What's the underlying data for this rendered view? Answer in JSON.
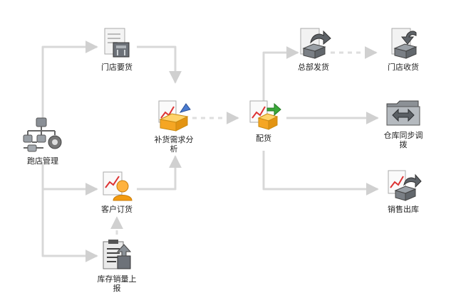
{
  "nodes": {
    "store_manage": {
      "label": "跑店管理",
      "icon": "org-structure-gear-icon"
    },
    "store_request": {
      "label": "门店要货",
      "icon": "document-box-icon"
    },
    "customer_order": {
      "label": "客户订货",
      "icon": "user-chart-icon"
    },
    "inventory_report": {
      "label": "库存销量上报",
      "icon": "clipboard-report-icon"
    },
    "replenish_analysis": {
      "label": "补货需求分析",
      "icon": "open-box-analysis-icon"
    },
    "allocation": {
      "label": "配货",
      "icon": "box-green-arrow-icon"
    },
    "hq_ship": {
      "label": "总部发货",
      "icon": "box-out-arrow-icon"
    },
    "store_receive": {
      "label": "门店收货",
      "icon": "box-in-arrow-icon"
    },
    "warehouse_transfer": {
      "label": "仓库同步调拨",
      "icon": "folder-swap-icon"
    },
    "sales_outbound": {
      "label": "销售出库",
      "icon": "chart-box-arrow-icon"
    }
  },
  "colors": {
    "connector": "#d6d6d6",
    "dashed": "#dcdcdc",
    "orange": "#f5a623",
    "green": "#3aa83a",
    "gray": "#7a7a7a"
  }
}
